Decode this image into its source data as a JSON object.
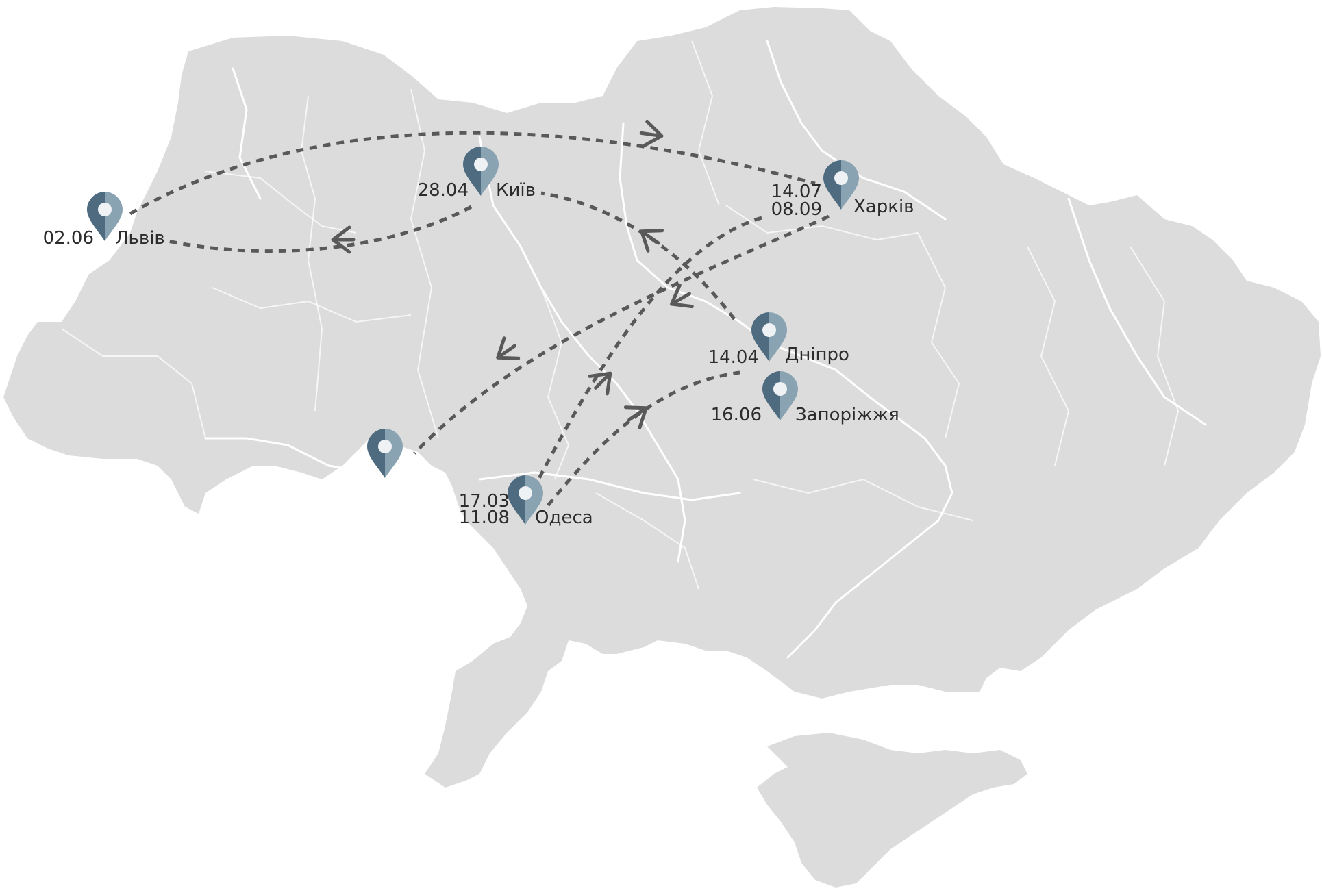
{
  "map": {
    "colors": {
      "land": "#dcdcdc",
      "route": "#595959",
      "pin_dark": "#4e6b80",
      "pin_light": "#8aa3b3",
      "pin_hole": "#eef2f4",
      "text": "#2c2c2c"
    },
    "cities": [
      {
        "id": "lviv",
        "name": "Львів",
        "dates": [
          "02.06"
        ]
      },
      {
        "id": "kyiv",
        "name": "Київ",
        "dates": [
          "28.04"
        ]
      },
      {
        "id": "kharkiv",
        "name": "Харків",
        "dates": [
          "14.07",
          "08.09"
        ]
      },
      {
        "id": "dnipro",
        "name": "Дніпро",
        "dates": [
          "14.04"
        ]
      },
      {
        "id": "zaporizhzhia",
        "name": "Запоріжжя",
        "dates": [
          "16.06"
        ]
      },
      {
        "id": "odesa",
        "name": "Одеса",
        "dates": [
          "17.03",
          "11.08"
        ]
      },
      {
        "id": "unlabeled",
        "name": "",
        "dates": []
      }
    ],
    "routes": [
      {
        "from": "lviv",
        "to": "kharkiv"
      },
      {
        "from": "kyiv",
        "to": "lviv"
      },
      {
        "from": "dnipro",
        "to": "kyiv"
      },
      {
        "from": "kharkiv",
        "to": "unlabeled"
      },
      {
        "from": "kharkiv",
        "to": "odesa"
      },
      {
        "from": "odesa",
        "to": "kharkiv"
      },
      {
        "from": "odesa",
        "to": "dnipro"
      }
    ],
    "icons": {
      "marker": "map-pin-icon",
      "direction": "chevron-arrow-icon"
    }
  }
}
